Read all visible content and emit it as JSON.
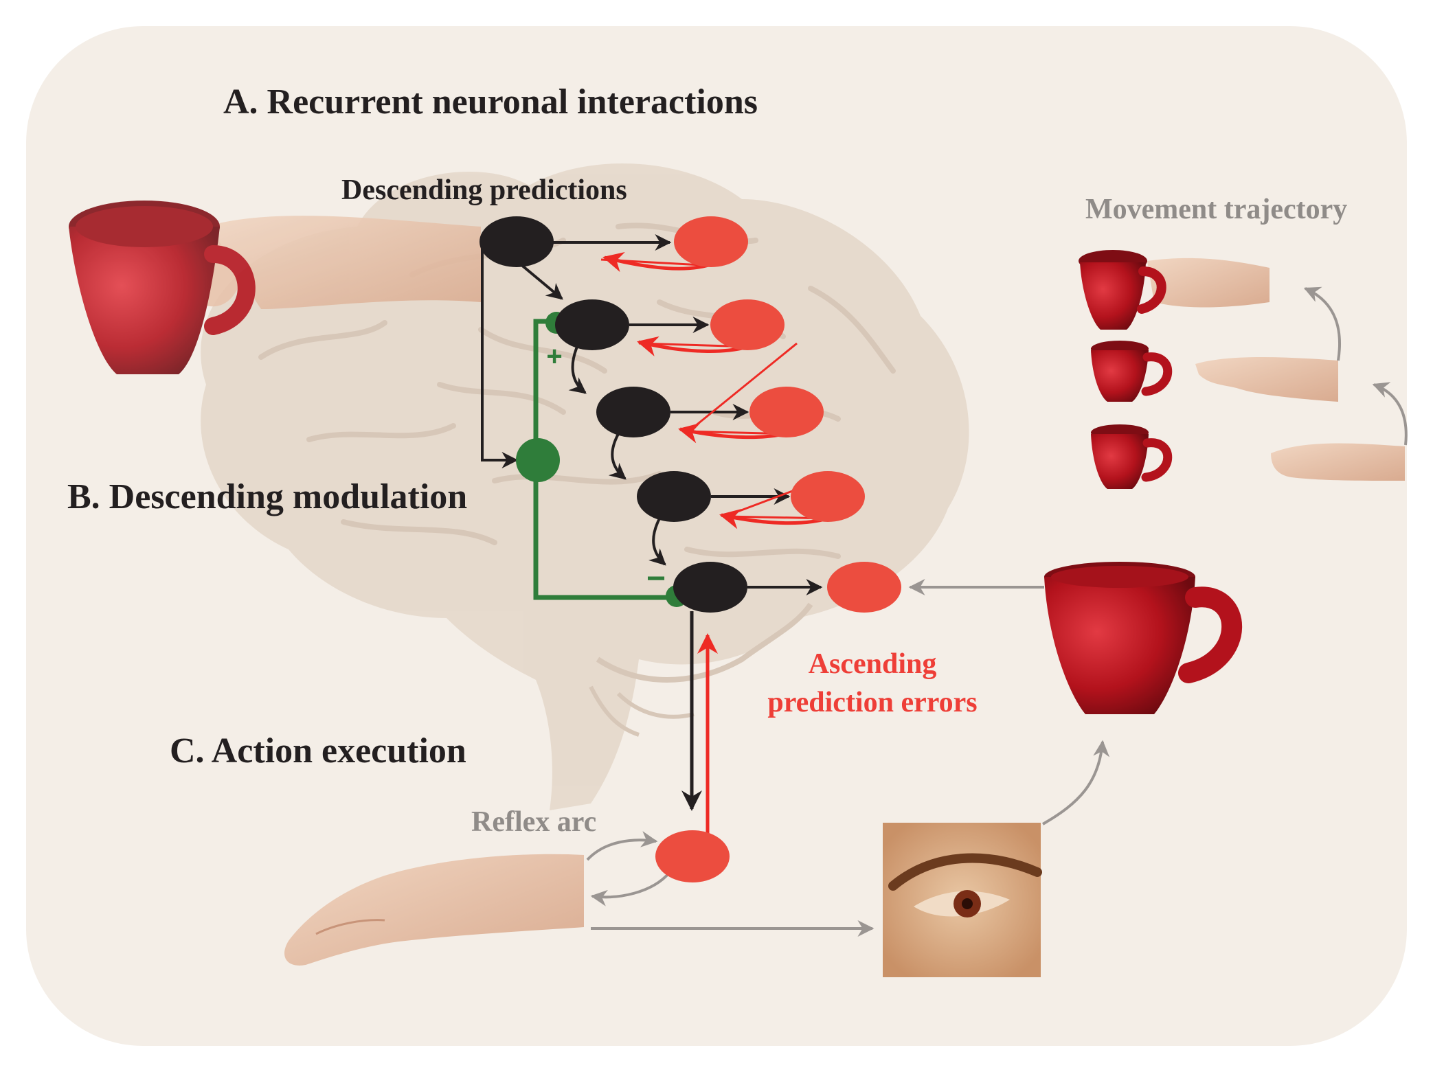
{
  "labels": {
    "recurrent": "A. Recurrent neuronal interactions",
    "descending_predictions": "Descending predictions",
    "descending_modulation": "B. Descending modulation",
    "action_execution": "C. Action execution",
    "movement_trajectory": "Movement trajectory",
    "ascending_line1": "Ascending",
    "ascending_line2": "prediction errors",
    "reflex_arc": "Reflex arc",
    "plus_sign": "+",
    "minus_sign": "−"
  },
  "colors": {
    "background": "#f4eee7",
    "brain": "#e6d9cc",
    "prediction_unit": "#231f20",
    "error_unit": "#ec4d3f",
    "modulation": "#2f7d3a",
    "ascending_arrow": "#ee2a24",
    "peripheral_arrow": "#9a9592",
    "mug": "#b3121c"
  },
  "icons": [
    "mug-icon",
    "hand-icon",
    "eye-icon",
    "brain-icon"
  ]
}
